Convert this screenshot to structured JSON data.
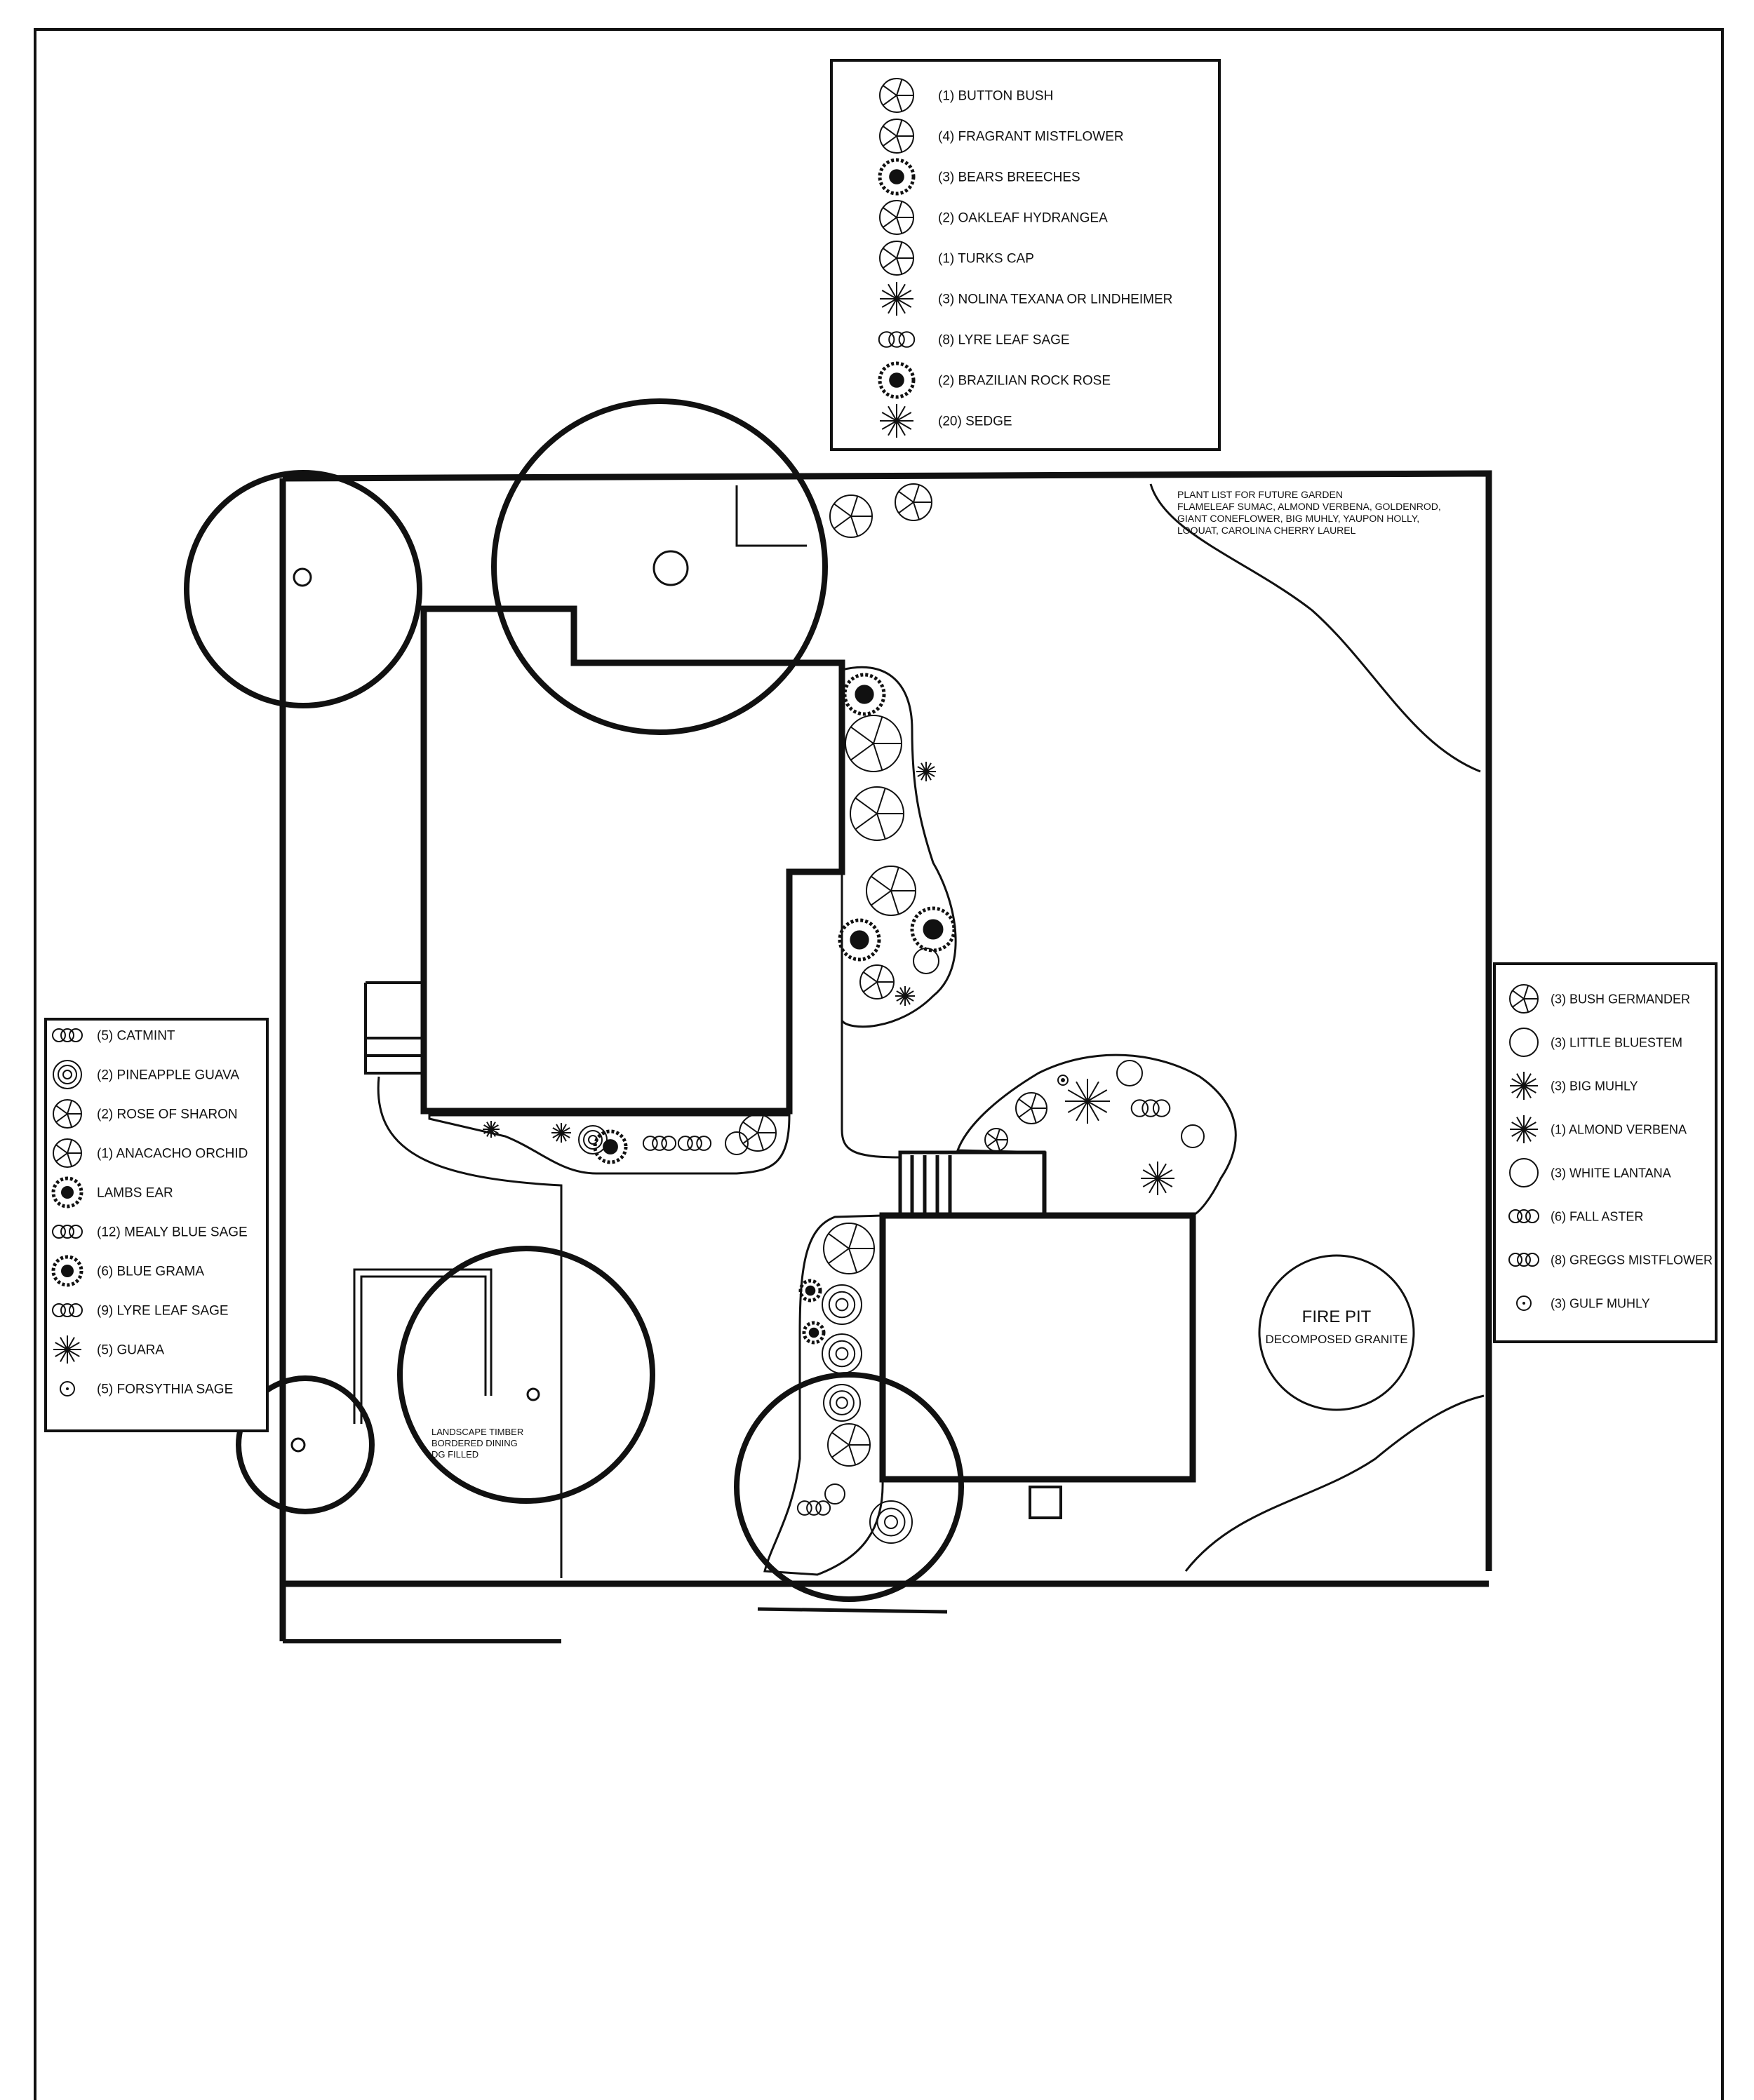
{
  "legend_top": {
    "items": [
      {
        "label": "(1) BUTTON BUSH",
        "icon": "button-bush-icon"
      },
      {
        "label": "(4) FRAGRANT MISTFLOWER",
        "icon": "fragrant-mistflower-icon"
      },
      {
        "label": "(3) BEARS BREECHES",
        "icon": "bears-breeches-icon"
      },
      {
        "label": "(2) OAKLEAF HYDRANGEA",
        "icon": "oakleaf-hydrangea-icon"
      },
      {
        "label": "(1) TURKS CAP",
        "icon": "turks-cap-icon"
      },
      {
        "label": "(3) NOLINA TEXANA OR LINDHEIMER",
        "icon": "nolina-icon"
      },
      {
        "label": "(8) LYRE LEAF SAGE",
        "icon": "lyre-leaf-sage-icon"
      },
      {
        "label": "(2) BRAZILIAN ROCK ROSE",
        "icon": "brazilian-rock-rose-icon"
      },
      {
        "label": "(20) SEDGE",
        "icon": "sedge-icon"
      }
    ]
  },
  "legend_left": {
    "items": [
      {
        "label": "(5) CATMINT",
        "icon": "catmint-icon"
      },
      {
        "label": "(2) PINEAPPLE GUAVA",
        "icon": "pineapple-guava-icon"
      },
      {
        "label": "(2) ROSE OF SHARON",
        "icon": "rose-of-sharon-icon"
      },
      {
        "label": "(1) ANACACHO ORCHID",
        "icon": "anacacho-orchid-icon"
      },
      {
        "label": "LAMBS EAR",
        "icon": "lambs-ear-icon"
      },
      {
        "label": "(12) MEALY BLUE SAGE",
        "icon": "mealy-blue-sage-icon"
      },
      {
        "label": "(6) BLUE GRAMA",
        "icon": "blue-grama-icon"
      },
      {
        "label": "(9) LYRE LEAF SAGE",
        "icon": "lyre-leaf-sage-icon"
      },
      {
        "label": "(5) GUARA",
        "icon": "guara-icon"
      },
      {
        "label": "(5) FORSYTHIA SAGE",
        "icon": "forsythia-sage-icon"
      }
    ]
  },
  "legend_right": {
    "items": [
      {
        "label": "(3) BUSH GERMANDER",
        "icon": "bush-germander-icon"
      },
      {
        "label": "(3) LITTLE BLUESTEM",
        "icon": "little-bluestem-icon"
      },
      {
        "label": "(3) BIG MUHLY",
        "icon": "big-muhly-icon"
      },
      {
        "label": "(1) ALMOND VERBENA",
        "icon": "almond-verbena-icon"
      },
      {
        "label": "(3) WHITE LANTANA",
        "icon": "white-lantana-icon"
      },
      {
        "label": "(6) FALL ASTER",
        "icon": "fall-aster-icon"
      },
      {
        "label": "(8) GREGGS MISTFLOWER",
        "icon": "greggs-mistflower-icon"
      },
      {
        "label": "(3) GULF MUHLY",
        "icon": "gulf-muhly-icon"
      }
    ]
  },
  "future_garden": {
    "lines": [
      "PLANT LIST FOR FUTURE GARDEN",
      "FLAMELEAF SUMAC, ALMOND VERBENA, GOLDENROD,",
      "GIANT CONEFLOWER, BIG MUHLY, YAUPON HOLLY,",
      "LOQUAT, CAROLINA CHERRY LAUREL"
    ]
  },
  "fire_pit": {
    "title": "FIRE PIT",
    "subtitle": "DECOMPOSED GRANITE"
  },
  "dining_note": {
    "lines": [
      "LANDSCAPE TIMBER",
      "BORDERED DINING",
      "DG FILLED"
    ]
  }
}
